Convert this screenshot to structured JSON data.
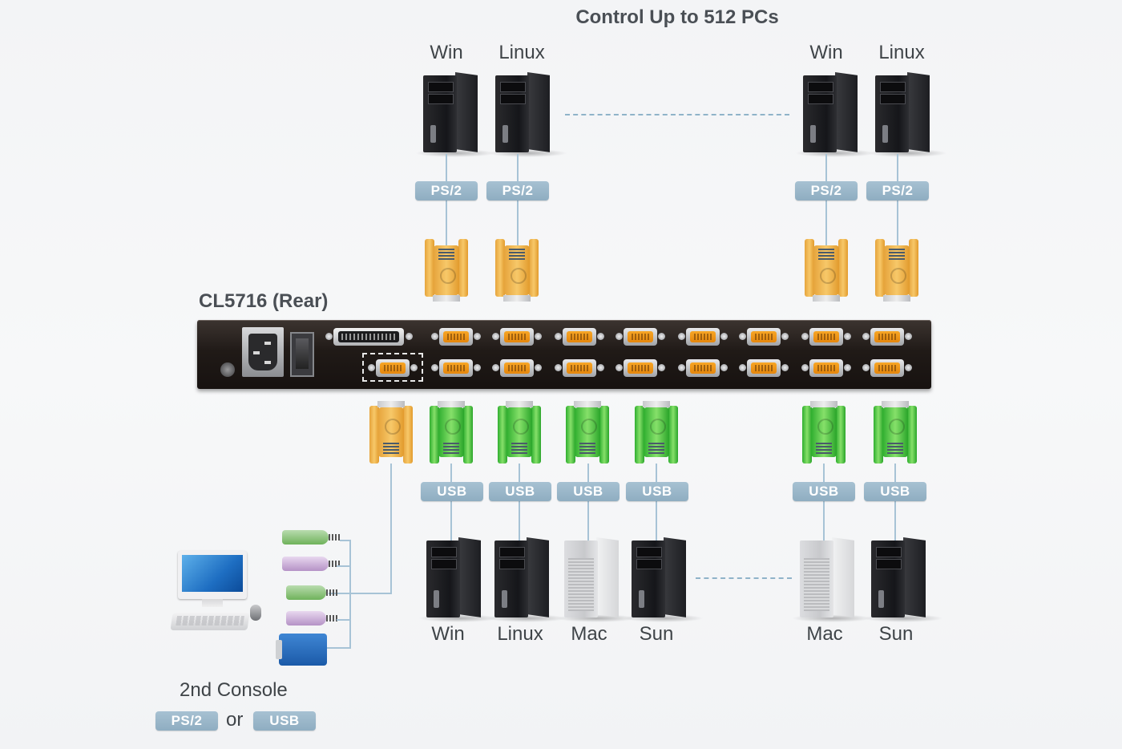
{
  "diagram": {
    "title": "Control Up to 512 PCs",
    "device_label": "CL5716 (Rear)",
    "top_computers": [
      {
        "os": "Win",
        "interface": "PS/2"
      },
      {
        "os": "Linux",
        "interface": "PS/2"
      },
      {
        "os": "Win",
        "interface": "PS/2"
      },
      {
        "os": "Linux",
        "interface": "PS/2"
      }
    ],
    "bottom_computers": [
      {
        "os": "Win",
        "interface": "USB",
        "type": "tower-black"
      },
      {
        "os": "Linux",
        "interface": "USB",
        "type": "tower-black"
      },
      {
        "os": "Mac",
        "interface": "USB",
        "type": "tower-silver"
      },
      {
        "os": "Sun",
        "interface": "USB",
        "type": "tower-black"
      },
      {
        "os": "Mac",
        "interface": "USB",
        "type": "tower-silver"
      },
      {
        "os": "Sun",
        "interface": "USB",
        "type": "tower-black"
      }
    ],
    "console": {
      "label": "2nd Console",
      "option_a": "PS/2",
      "connector_word": "or",
      "option_b": "USB"
    },
    "kvm": {
      "kvm_ports_top_row": 8,
      "kvm_ports_bottom_row": 8,
      "console_port_highlighted": true
    },
    "colors": {
      "badge": "#98b4c7",
      "ps2_connector": "#f0b64c",
      "usb_connector": "#4cc43c",
      "kvm_body": "#201a17",
      "vga_port": "#f39a1a",
      "wire": "#a7c3d6"
    }
  }
}
